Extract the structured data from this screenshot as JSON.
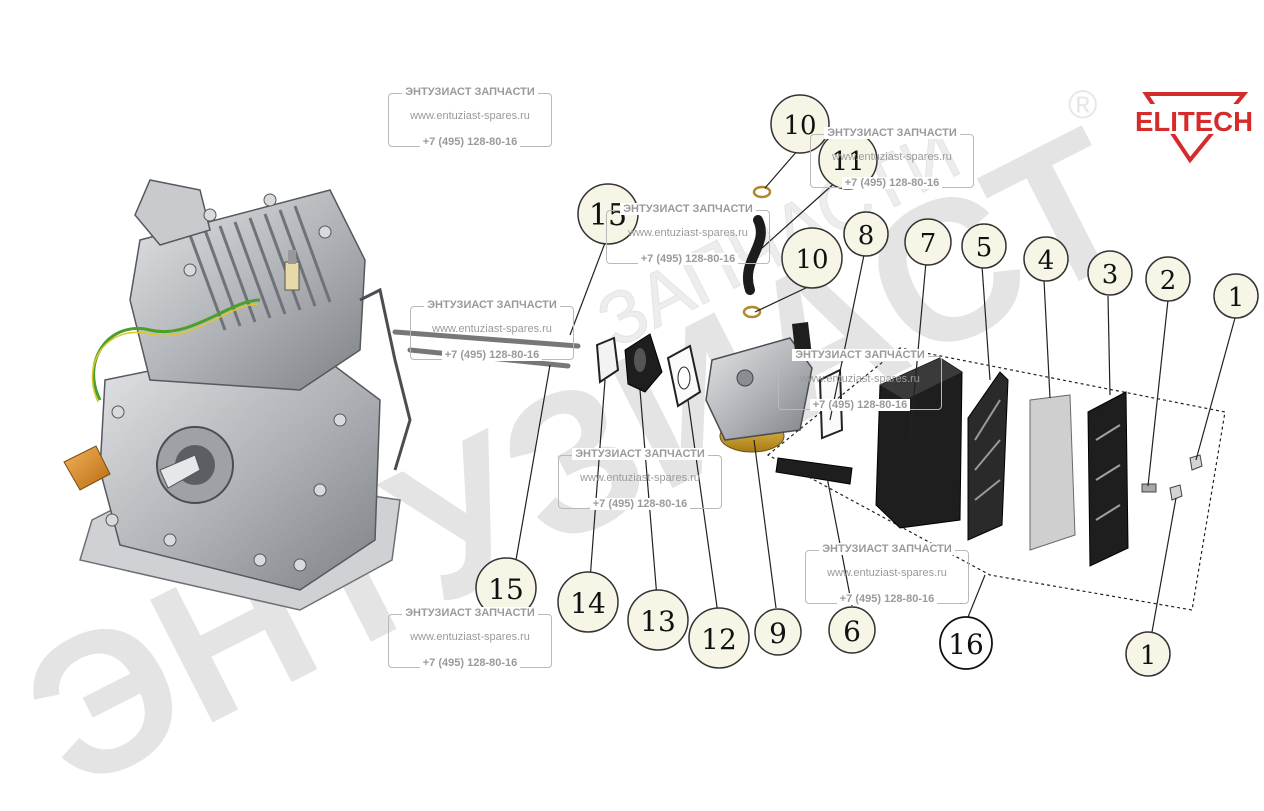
{
  "brand": {
    "name": "ELITECH",
    "color": "#d62b2b"
  },
  "watermark": {
    "big_text": "ЭНТУЗИАСТ",
    "small_text": "ЗАПЧАСТИ",
    "registered": "®",
    "box_title": "ЭНТУЗИАСТ ЗАПЧАСТИ",
    "box_url": "www.entuziast-spares.ru",
    "box_phone": "+7 (495) 128-80-16"
  },
  "callouts": {
    "c1a": "1",
    "c1b": "1",
    "c2": "2",
    "c3": "3",
    "c4": "4",
    "c5": "5",
    "c6": "6",
    "c7": "7",
    "c8": "8",
    "c9": "9",
    "c10a": "10",
    "c10b": "10",
    "c11": "11",
    "c12": "12",
    "c13": "13",
    "c14": "14",
    "c15a": "15",
    "c15b": "15",
    "c16": "16"
  },
  "colors": {
    "callout_fill": "#f7f5e6",
    "engine_metal": "#b9bcc0",
    "dark_part": "#1c1c1c",
    "carb_brass": "#c79a25",
    "watermark_gray": "#cfcfcf"
  }
}
